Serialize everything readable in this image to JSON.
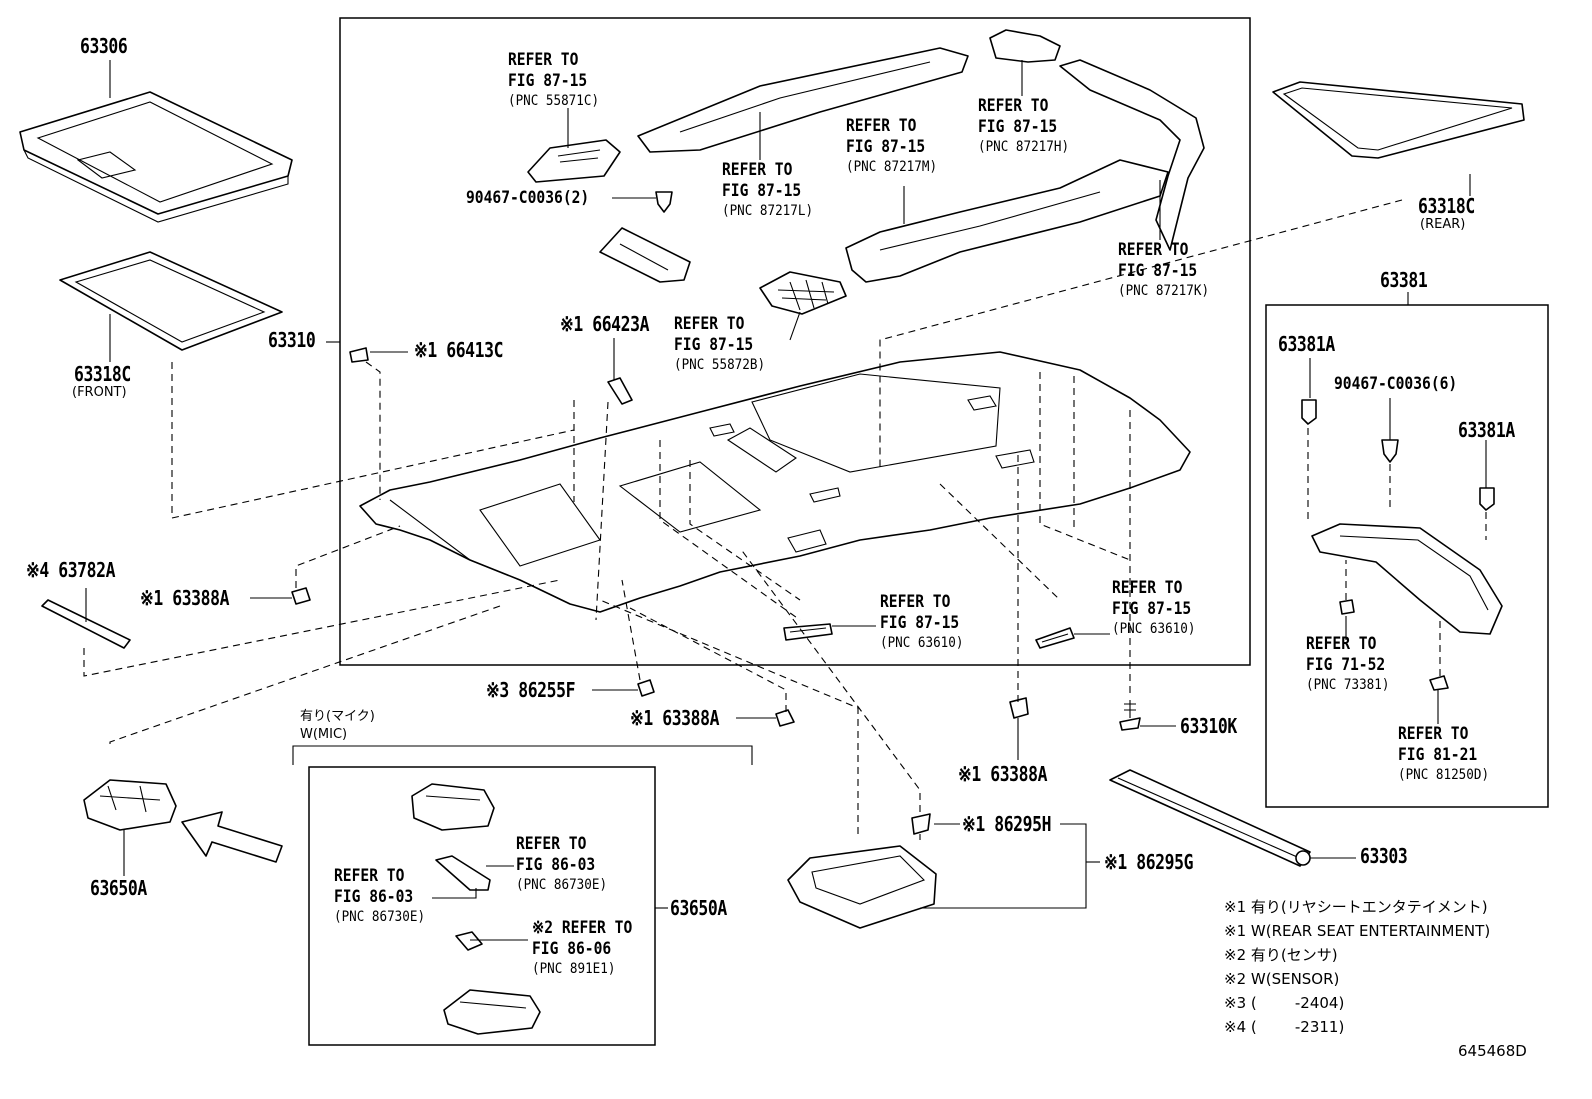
{
  "diagram_id": "645468D",
  "parts": {
    "p63306": "63306",
    "p63318c_front": "63318C",
    "front_note": "(FRONT)",
    "p63318c_rear": "63318C",
    "rear_note": "(REAR)",
    "p63310": "63310",
    "p66413c": "※1 66413C",
    "p66423a": "※1 66423A",
    "p63782a": "※4 63782A",
    "p63388a_left": "※1 63388A",
    "p86255f": "※3 86255F",
    "p63388a_mid": "※1 63388A",
    "p63388a_right": "※1 63388A",
    "p63310k": "63310K",
    "p86295h": "※1 86295H",
    "p86295g": "※1 86295G",
    "p63303": "63303",
    "p63381": "63381",
    "p63381a_left": "63381A",
    "p63381a_right": "63381A",
    "p90467_6": "90467-C0036(6)",
    "p90467_2": "90467-C0036(2)",
    "p63650a_left": "63650A",
    "p63650a_box": "63650A",
    "mic_jp": "有り(マイク)",
    "mic_en": "W(MIC)"
  },
  "refs": {
    "r55871c": {
      "l1": "REFER TO",
      "l2": "FIG 87-15",
      "pnc": "(PNC 55871C)"
    },
    "r87217l": {
      "l1": "REFER TO",
      "l2": "FIG 87-15",
      "pnc": "(PNC 87217L)"
    },
    "r87217m": {
      "l1": "REFER TO",
      "l2": "FIG 87-15",
      "pnc": "(PNC 87217M)"
    },
    "r87217h": {
      "l1": "REFER TO",
      "l2": "FIG 87-15",
      "pnc": "(PNC 87217H)"
    },
    "r87217k": {
      "l1": "REFER TO",
      "l2": "FIG 87-15",
      "pnc": "(PNC 87217K)"
    },
    "r55872b": {
      "l1": "REFER TO",
      "l2": "FIG 87-15",
      "pnc": "(PNC 55872B)"
    },
    "r63610a": {
      "l1": "REFER TO",
      "l2": "FIG 87-15",
      "pnc": "(PNC 63610)"
    },
    "r63610b": {
      "l1": "REFER TO",
      "l2": "FIG 87-15",
      "pnc": "(PNC 63610)"
    },
    "r73381": {
      "l1": "REFER TO",
      "l2": "FIG 71-52",
      "pnc": "(PNC 73381)"
    },
    "r81250d": {
      "l1": "REFER TO",
      "l2": "FIG 81-21",
      "pnc": "(PNC 81250D)"
    },
    "r86730e_a": {
      "l1": "REFER TO",
      "l2": "FIG 86-03",
      "pnc": "(PNC 86730E)"
    },
    "r86730e_b": {
      "l1": "REFER TO",
      "l2": "FIG 86-03",
      "pnc": "(PNC 86730E)"
    },
    "r891e1": {
      "l1": "※2 REFER TO",
      "l2": "FIG 86-06",
      "pnc": "(PNC 891E1)"
    }
  },
  "notes": [
    "※1 有り(リヤシートエンタテイメント)",
    "※1 W(REAR SEAT ENTERTAINMENT)",
    "※2 有り(センサ)",
    "※2 W(SENSOR)",
    "※3 (        -2404)",
    "※4 (        -2311)"
  ]
}
